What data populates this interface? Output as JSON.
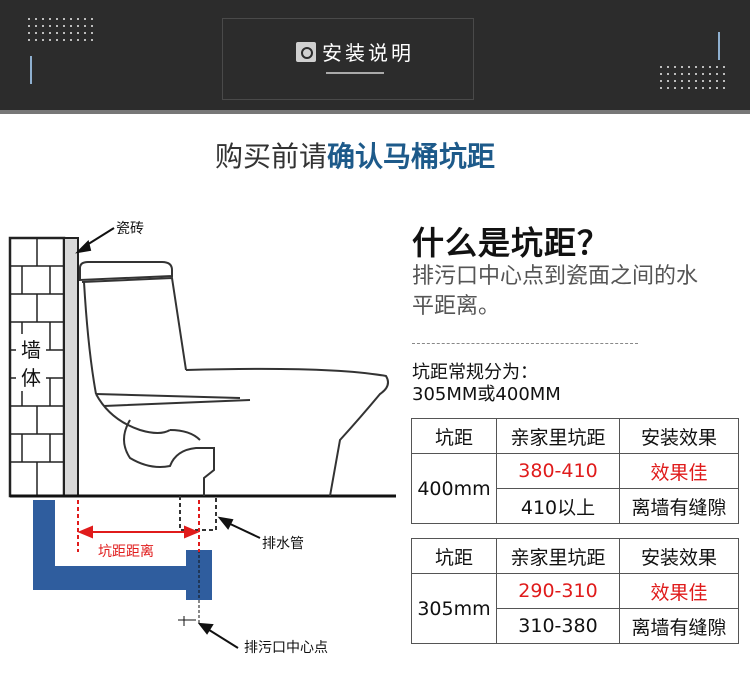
{
  "header": {
    "title": "安装说明",
    "icon": "camera-icon"
  },
  "headline": {
    "prefix": "购买前请",
    "emphasis": "确认马桶坑距"
  },
  "question": {
    "title": "什么是坑距？",
    "description": "排污口中心点到瓷面之间的水平距离。"
  },
  "standard": {
    "line1": "坑距常规分为：",
    "line2": "305MM或400MM"
  },
  "tables": [
    {
      "headers": [
        "坑距",
        "亲家里坑距",
        "安装效果"
      ],
      "pit": "400mm",
      "rows": [
        {
          "range": "380-410",
          "effect": "效果佳",
          "highlight": true
        },
        {
          "range": "410以上",
          "effect": "离墙有缝隙",
          "highlight": false
        }
      ]
    },
    {
      "headers": [
        "坑距",
        "亲家里坑距",
        "安装效果"
      ],
      "pit": "305mm",
      "rows": [
        {
          "range": "290-310",
          "effect": "效果佳",
          "highlight": true
        },
        {
          "range": "310-380",
          "effect": "离墙有缝隙",
          "highlight": false
        }
      ]
    }
  ],
  "diagram": {
    "tile_label": "瓷砖",
    "wall_label_1": "墙",
    "wall_label_2": "体",
    "pipe_label": "排水管",
    "distance_label": "坑距距离",
    "outlet_label": "排污口中心点"
  },
  "colors": {
    "pipe": "#2f5d9e",
    "accent": "#1d5a8a",
    "highlight": "#e01b1b",
    "header_bg": "#2c2c2c"
  }
}
